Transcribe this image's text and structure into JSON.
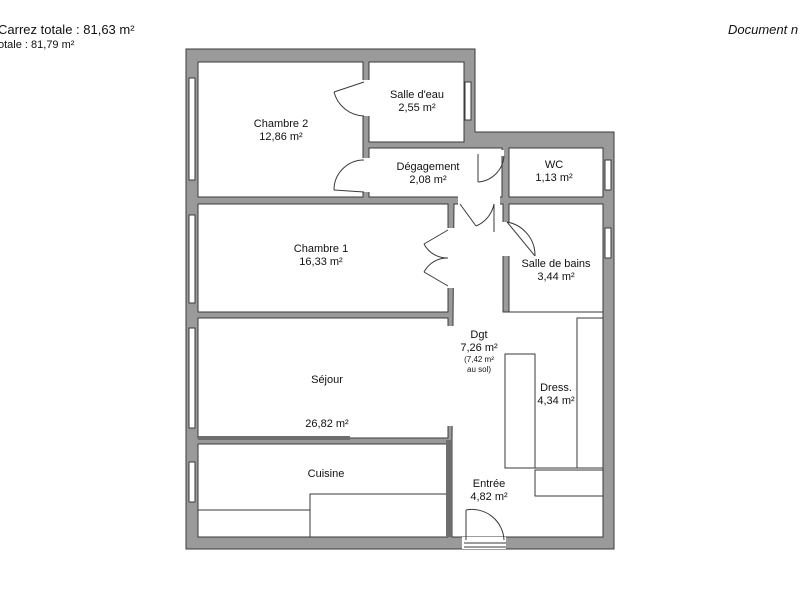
{
  "header": {
    "carrez_total": "Carrez totale :  81,63 m²",
    "surface_total": "otale :  81,79 m²",
    "document_label": "Document n"
  },
  "rooms": {
    "chambre2": {
      "name": "Chambre 2",
      "area": "12,86 m²"
    },
    "salle_eau": {
      "name": "Salle d'eau",
      "area": "2,55 m²"
    },
    "degagement": {
      "name": "Dégagement",
      "area": "2,08 m²"
    },
    "wc": {
      "name": "WC",
      "area": "1,13 m²"
    },
    "chambre1": {
      "name": "Chambre 1",
      "area": "16,33 m²"
    },
    "salle_bains": {
      "name": "Salle de bains",
      "area": "3,44 m²"
    },
    "dgt": {
      "name": "Dgt",
      "area": "7,26 m²",
      "note1": "(7,42 m²",
      "note2": "au sol)"
    },
    "sejour": {
      "name": "Séjour",
      "area": "26,82 m²"
    },
    "dress": {
      "name": "Dress.",
      "area": "4,34 m²"
    },
    "cuisine": {
      "name": "Cuisine",
      "area": ""
    },
    "entree": {
      "name": "Entrée",
      "area": "4,82 m²"
    }
  },
  "colors": {
    "wall": "#9a9a9a",
    "wall_edge": "#3a3a3a",
    "floor": "#ffffff"
  }
}
